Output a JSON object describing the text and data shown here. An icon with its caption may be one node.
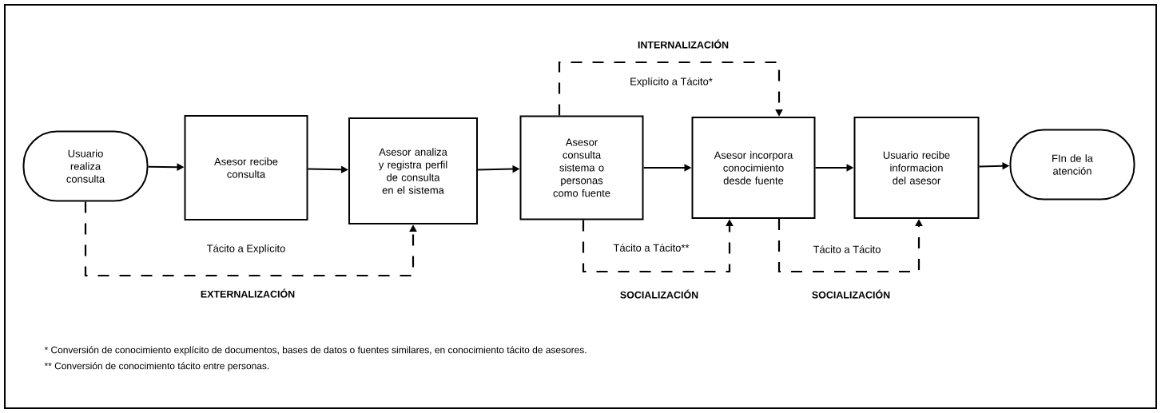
{
  "diagram": {
    "nodes": [
      {
        "text": [
          "Usuario realiza consulta"
        ]
      },
      {
        "text": [
          "Asesor recibe consulta"
        ]
      },
      {
        "text": [
          "Asesor analiza y registra perfil de consulta en el sistema"
        ]
      },
      {
        "text": [
          "Asesor consulta sistema o personas como fuente"
        ]
      },
      {
        "text": [
          "Asesor incorpora conocimiento desde fuente"
        ]
      },
      {
        "text": [
          "Usuario recibe informacion del asesor"
        ]
      },
      {
        "text": [
          "FIn de la atención"
        ]
      }
    ],
    "edges": [
      {
        "from": 0,
        "to": 1,
        "arrow": "to"
      },
      {
        "from": 1,
        "to": 2,
        "arrow": "to"
      },
      {
        "from": 2,
        "to": 3,
        "arrow": "to"
      },
      {
        "from": 3,
        "to": 4,
        "arrow": "to"
      },
      {
        "from": 4,
        "to": 5,
        "arrow": "to"
      },
      {
        "from": 5,
        "to": 6,
        "arrow": "to"
      },
      {
        "from": 0,
        "to": 2,
        "arrow": "to",
        "style": "dashed",
        "label": "Tácito a Explícito"
      },
      {
        "from": 3,
        "to": 4,
        "arrow": "to",
        "style": "dashed",
        "label": "Explícito a Tácito*"
      },
      {
        "from": 3,
        "to": 4,
        "arrow": "to",
        "style": "dashed",
        "label": "Tácito a Tácito**"
      },
      {
        "from": 4,
        "to": 5,
        "arrow": "to",
        "style": "dashed",
        "label": "Tácito a Tácito"
      }
    ],
    "labels": [
      "INTERNALIZACIÓN",
      "EXTERNALIZACIÓN",
      "SOCIALIZACIÓN",
      "SOCIALIZACIÓN",
      "* Conversión de conocimiento explícito de documentos, bases de datos o fuentes similares, en conocimiento tácito de asesores.",
      "** Conversión de conocimiento tácito entre personas."
    ]
  }
}
